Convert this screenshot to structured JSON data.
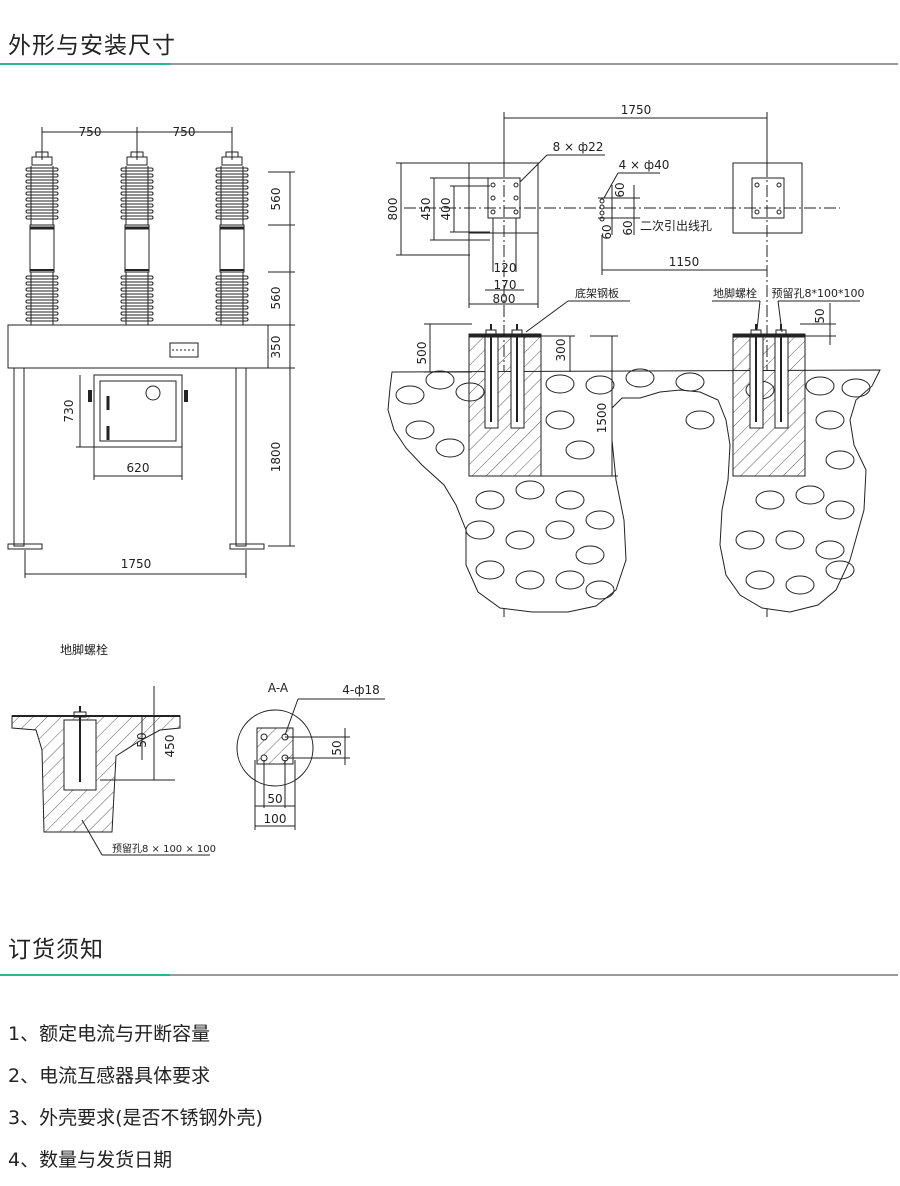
{
  "sections": {
    "outline_title": "外形与安装尺寸",
    "order_title": "订货须知"
  },
  "colors": {
    "accent_line": "#2bb68e",
    "rule_line": "#9a9a9a"
  },
  "drawing": {
    "front": {
      "pole_spacing_1": "750",
      "pole_spacing_2": "750",
      "upper_insulator": "560",
      "lower_insulator": "560",
      "body_height": "350",
      "box_height": "730",
      "box_width": "620",
      "leg_height": "1800",
      "overall_width": "1750"
    },
    "plan": {
      "overall": "1750",
      "bolts_top": "8 × ф22",
      "bolts_mid": "4 × ф40",
      "dim_800_v": "800",
      "dim_450": "450",
      "dim_400": "400",
      "dim_120": "120",
      "dim_170": "170",
      "dim_800_h": "800",
      "dim_60_a": "60",
      "dim_60_b": "60",
      "dim_60_c": "60",
      "cable_hole": "二次引出线孔",
      "dim_1150": "1150"
    },
    "foundation": {
      "base_plate": "底架钢板",
      "anchor_bolt": "地脚螺栓",
      "reserved_hole": "预留孔8*100*100",
      "dim_50": "50",
      "dim_500": "500",
      "dim_300": "300",
      "dim_1500": "1500"
    },
    "detail": {
      "title": "地脚螺栓",
      "dim_50": "50",
      "dim_450": "450",
      "reserved_hole": "预留孔8 × 100 × 100"
    },
    "section_aa": {
      "label": "A-A",
      "holes": "4-ф18",
      "dim_50_v": "50",
      "dim_50_h": "50",
      "dim_100": "100"
    }
  },
  "order_items": [
    "1、额定电流与开断容量",
    "2、电流互感器具体要求",
    "3、外壳要求(是否不锈钢外壳)",
    "4、数量与发货日期"
  ]
}
